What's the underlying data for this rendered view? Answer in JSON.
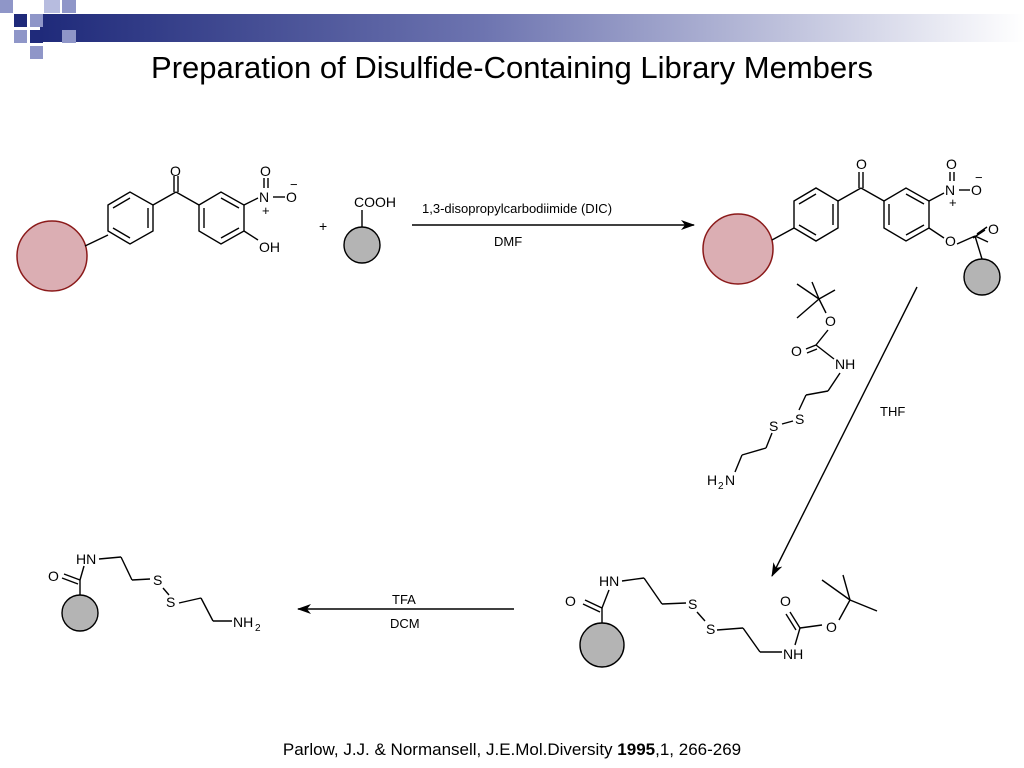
{
  "slide": {
    "title": "Preparation of Disulfide-Containing Library Members",
    "citation": {
      "authors": "Parlow, J.J. & Normansell, J.E.Mol.Diversity ",
      "year": "1995",
      "rest": ",1, 266-269"
    }
  },
  "colors": {
    "resin_large_fill": "#dbaeb3",
    "resin_large_stroke": "#8b1a1a",
    "resin_small_fill": "#b4b4b4",
    "resin_small_stroke": "#000000",
    "deco_dark": "#1f2a7a",
    "deco_light": "#8f96c8"
  },
  "labels": {
    "O": "O",
    "N": "N",
    "minus": "−",
    "plus": "+",
    "OH": "OH",
    "COOH": "COOH",
    "S": "S",
    "HN": "HN",
    "NH": "NH",
    "H": "H",
    "NH2_main": "NH",
    "sub2": "2",
    "H2N_H": "H",
    "H2N_N": "N"
  },
  "reactions": {
    "step1": {
      "plus_sign": "+",
      "reagent": "1,3-disopropylcarbodiimide (DIC)",
      "solvent": "DMF"
    },
    "step2": {
      "solvent": "THF"
    },
    "step3": {
      "reagent": "TFA",
      "solvent": "DCM"
    }
  }
}
